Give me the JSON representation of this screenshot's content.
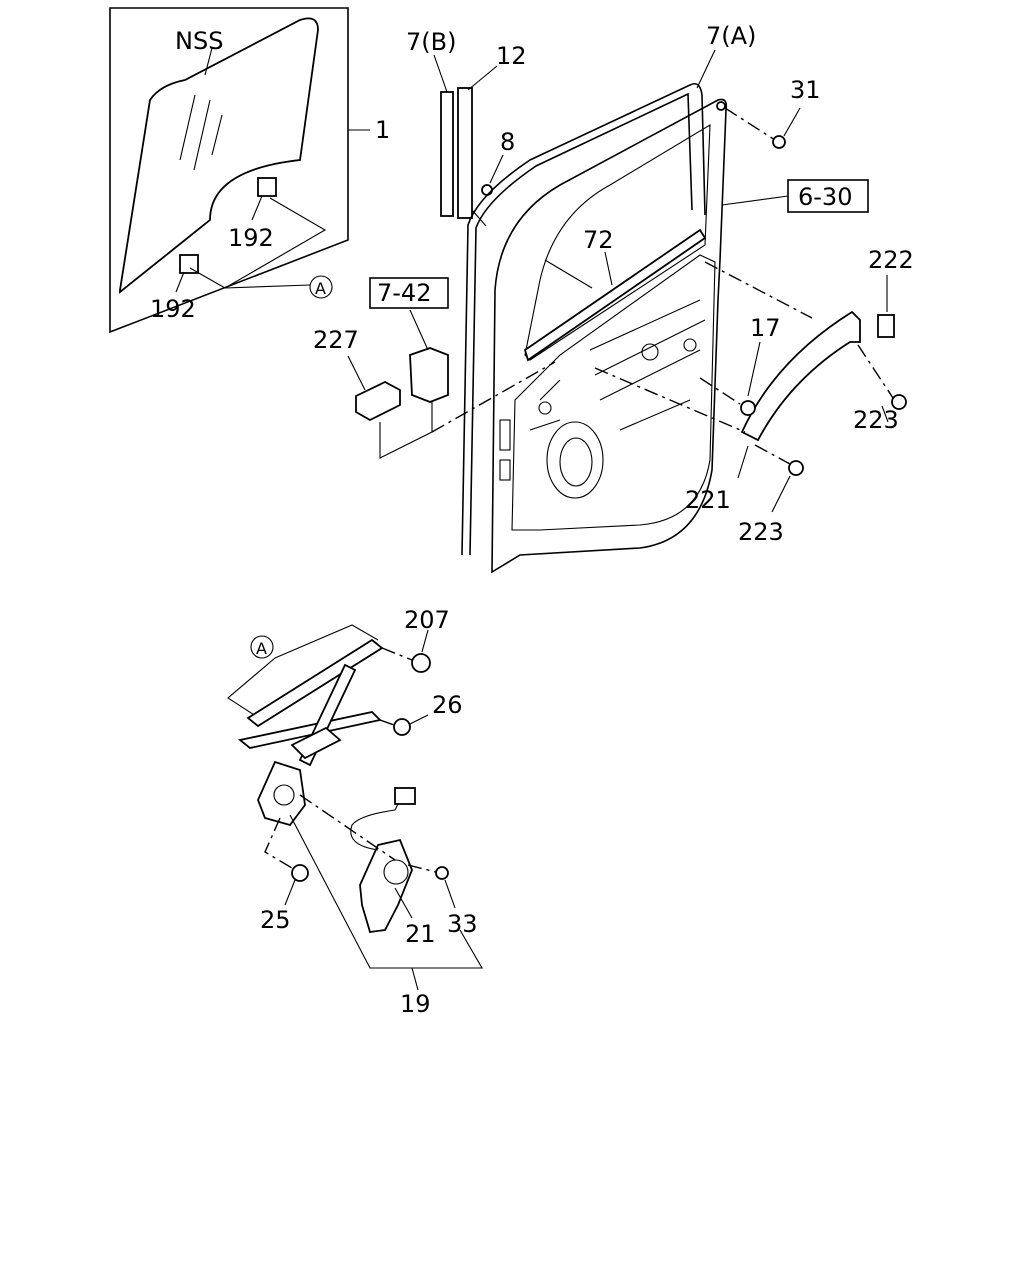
{
  "callouts": {
    "nss": "NSS",
    "p1": "1",
    "p192a": "192",
    "p192b": "192",
    "refA_top": "A",
    "p7b": "7(B)",
    "p12": "12",
    "p8": "8",
    "p7a": "7(A)",
    "p31": "31",
    "p6_30": "6-30",
    "p72": "72",
    "p7_42": "7-42",
    "p227": "227",
    "p222": "222",
    "p17": "17",
    "p223a": "223",
    "p221": "221",
    "p223b": "223",
    "refA_bottom": "A",
    "p207": "207",
    "p26": "26",
    "p25": "25",
    "p21": "21",
    "p33": "33",
    "p19": "19"
  }
}
